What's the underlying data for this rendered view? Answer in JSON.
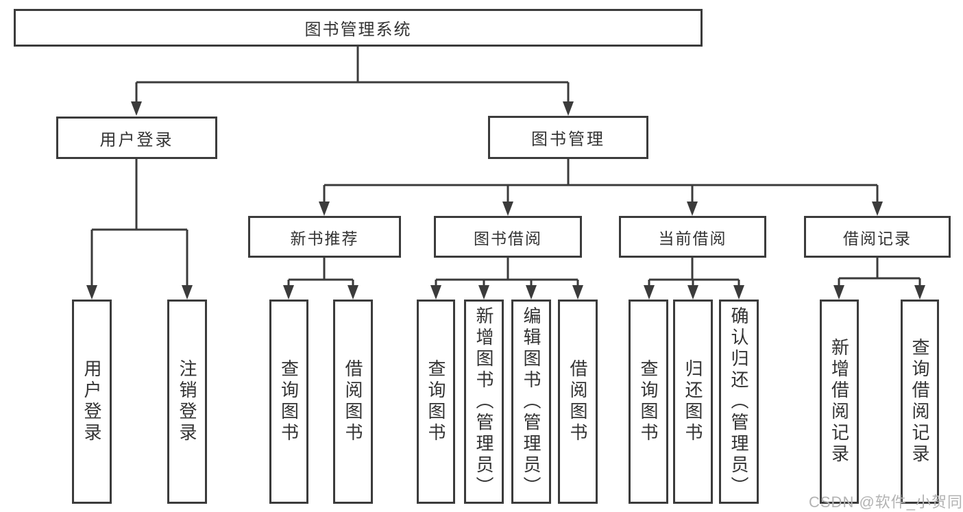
{
  "tree": {
    "label": "图书管理系统",
    "children": [
      {
        "label": "用户登录",
        "children": [
          {
            "label": "用户登录"
          },
          {
            "label": "注销登录"
          }
        ]
      },
      {
        "label": "图书管理",
        "children": [
          {
            "label": "新书推荐",
            "children": [
              {
                "label": "查询图书"
              },
              {
                "label": "借阅图书"
              }
            ]
          },
          {
            "label": "图书借阅",
            "children": [
              {
                "label": "查询图书"
              },
              {
                "label": "新增图书（管理员）"
              },
              {
                "label": "编辑图书（管理员）"
              },
              {
                "label": "借阅图书"
              }
            ]
          },
          {
            "label": "当前借阅",
            "children": [
              {
                "label": "查询图书"
              },
              {
                "label": "归还图书"
              },
              {
                "label": "确认归还（管理员）"
              }
            ]
          },
          {
            "label": "借阅记录",
            "children": [
              {
                "label": "新增借阅记录"
              },
              {
                "label": "查询借阅记录"
              }
            ]
          }
        ]
      }
    ]
  },
  "watermark": {
    "text": "CSDN @软件_小贺同学"
  },
  "colors": {
    "line": "#3b3b3b",
    "box_border": "#3b3b3b",
    "text": "#333333",
    "watermark": "#b3b3b3",
    "background": "#ffffff"
  }
}
